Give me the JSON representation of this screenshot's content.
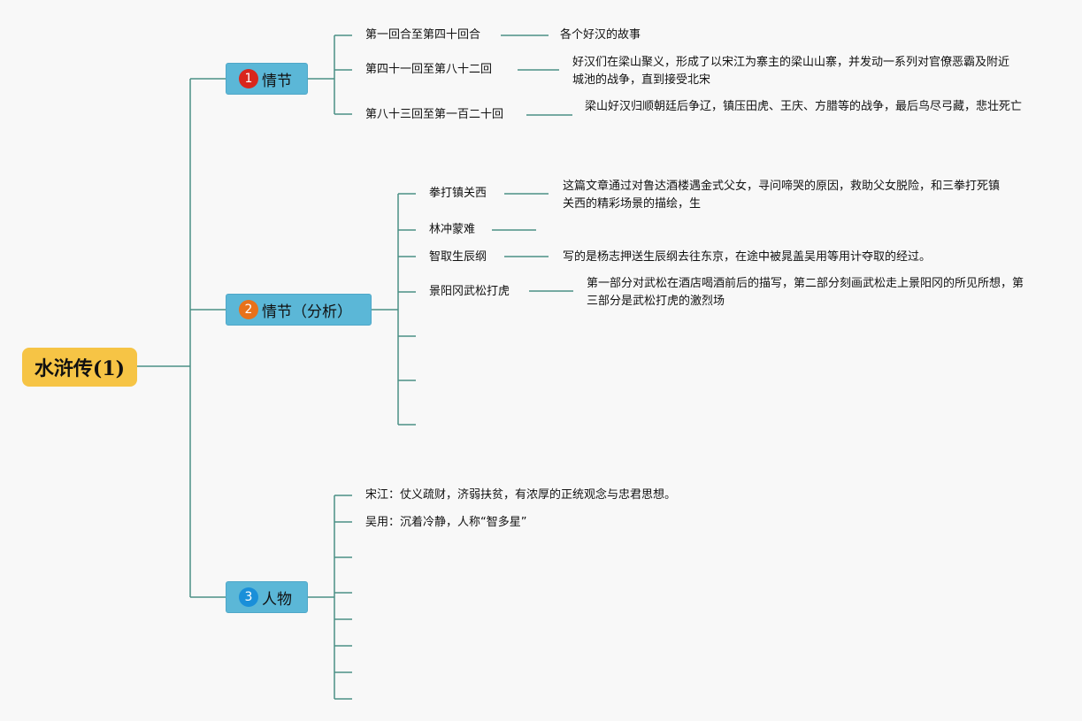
{
  "root": {
    "label": "水浒传(1)"
  },
  "topics": [
    {
      "number": "1",
      "label": "情节",
      "badge_color": "#d9261c"
    },
    {
      "number": "2",
      "label": "情节（分析）",
      "badge_color": "#e8711a"
    },
    {
      "number": "3",
      "label": "人物",
      "badge_color": "#1a8fd9"
    }
  ],
  "plot": [
    {
      "label": "第一回合至第四十回合",
      "detail": "各个好汉的故事"
    },
    {
      "label": "第四十一回至第八十二回",
      "detail": "好汉们在梁山聚义，形成了以宋江为寨主的梁山山寨，并发动一系列对官僚恶霸及附近城池的战争，直到接受北宋"
    },
    {
      "label": "第八十三回至第一百二十回",
      "detail": "梁山好汉归顺朝廷后争辽，镇压田虎、王庆、方腊等的战争，最后鸟尽弓藏，悲壮死亡"
    }
  ],
  "analysis": [
    {
      "label": "拳打镇关西",
      "detail": "这篇文章通过对鲁达酒楼遇金式父女，寻问啼哭的原因，救助父女脱险，和三拳打死镇关西的精彩场景的描绘，生"
    },
    {
      "label": "林冲蒙难",
      "detail": ""
    },
    {
      "label": "智取生辰纲",
      "detail": "写的是杨志押送生辰纲去往东京，在途中被晁盖吴用等用计夺取的经过。"
    },
    {
      "label": "景阳冈武松打虎",
      "detail": "第一部分对武松在酒店喝酒前后的描写，第二部分刻画武松走上景阳冈的所见所想，第三部分是武松打虎的激烈场"
    }
  ],
  "characters": [
    {
      "name": "宋江",
      "desc": "仗义疏财，济弱扶贫，有浓厚的正统观念与忠君思想。"
    },
    {
      "name": "吴用",
      "desc": "沉着冷静，人称“智多星”"
    }
  ],
  "colors": {
    "line": "#4a8f86",
    "root": "#f6c445",
    "topic": "#5bb7d7"
  }
}
